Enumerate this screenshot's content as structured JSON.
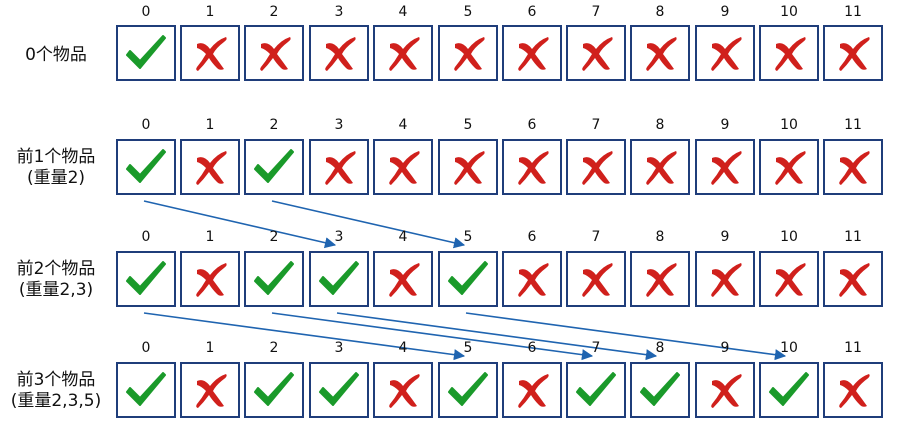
{
  "indices": [
    "0",
    "1",
    "2",
    "3",
    "4",
    "5",
    "6",
    "7",
    "8",
    "9",
    "10",
    "11"
  ],
  "rows": [
    {
      "label_lines": [
        "0个物品"
      ],
      "cells": [
        true,
        false,
        false,
        false,
        false,
        false,
        false,
        false,
        false,
        false,
        false,
        false
      ]
    },
    {
      "label_lines": [
        "前1个物品",
        "(重量2)"
      ],
      "cells": [
        true,
        false,
        true,
        false,
        false,
        false,
        false,
        false,
        false,
        false,
        false,
        false
      ]
    },
    {
      "label_lines": [
        "前2个物品",
        "(重量2,3)"
      ],
      "cells": [
        true,
        false,
        true,
        true,
        false,
        true,
        false,
        false,
        false,
        false,
        false,
        false
      ]
    },
    {
      "label_lines": [
        "前3个物品",
        "(重量2,3,5)"
      ],
      "cells": [
        true,
        false,
        true,
        true,
        false,
        true,
        false,
        true,
        true,
        false,
        true,
        false
      ]
    }
  ],
  "transitions": [
    {
      "from_row": 1,
      "from_col": 0,
      "to_col": 3
    },
    {
      "from_row": 1,
      "from_col": 2,
      "to_col": 5
    },
    {
      "from_row": 2,
      "from_col": 0,
      "to_col": 5
    },
    {
      "from_row": 2,
      "from_col": 2,
      "to_col": 7
    },
    {
      "from_row": 2,
      "from_col": 3,
      "to_col": 8
    },
    {
      "from_row": 2,
      "from_col": 5,
      "to_col": 10
    }
  ],
  "colors": {
    "check": "#1a9a2a",
    "cross": "#d0201c",
    "border": "#1f3d7a",
    "arrow": "#1f64b0"
  }
}
